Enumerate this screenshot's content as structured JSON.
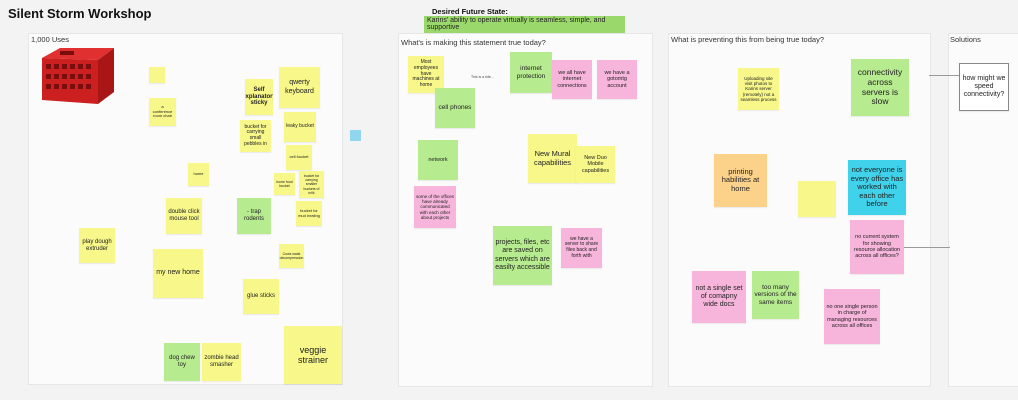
{
  "board": {
    "title": "Silent Storm Workshop",
    "desired_label": "Desired Future State:",
    "desired_text": "Karins' ability to operate virtually is seamless, simple, and supportive"
  },
  "sections": {
    "uses": "1,000 Uses",
    "true_today": "What's is making this statement true today?",
    "preventing": "What is preventing this from being true today?",
    "solutions": "Solutions"
  },
  "uses_notes": {
    "n1": "Self explanatory sticky",
    "n2": "qwerty keyboard",
    "n3": "a conference room chair",
    "n4": "bucket for carrying small pebbles in",
    "n5": "leaky bucket",
    "n6": "cell bucket",
    "n7": "home",
    "n8": "home food bucket",
    "n9": "bucket for carrying smaller buckets of milk",
    "n10": "bucket for mud healing",
    "n11": "double click mouse tool",
    "n12": "- trap rodents",
    "n13": "play dough extruder",
    "n14": "my new home",
    "n15": "Cows waist decompression",
    "n16": "glue sticks",
    "n17": "veggie strainer",
    "n18": "dog chew toy",
    "n19": "zombie head smasher"
  },
  "true_notes": {
    "t1": "Most employees have machines at home",
    "t2": "This is a ride...",
    "t3": "internet protection",
    "t4": "we all have internet connections",
    "t5": "we have a gotomtg account",
    "t6": "cell phones",
    "t7": "network",
    "t8": "New Mural capabilities",
    "t9": "New Duo Mobile capabilities",
    "t10": "some of the offices have already communicated with each other about projects",
    "t11": "projects, files, etc are saved on servers which are easilty accessible",
    "t12": "we have a server to share files back and forth with"
  },
  "prevent_notes": {
    "p1": "Uploading site visit photos to Karins server (remotely) not a seamless process",
    "p2": "connectivity across servers is slow",
    "p3": "printing habilities at home",
    "p4": "not everyone is every office has worked with each other before",
    "p5": "no current system for showing resource allocation across all offices?",
    "p6": "not a single set of comapny wide docs",
    "p7": "too many versions of the same items",
    "p8": "no one single person in charge of managing resources across all offices"
  },
  "solution_notes": {
    "s1": "how might we speed connectivity?"
  },
  "colors": {
    "yellow": "#f7f78a",
    "green": "#b7eb8f",
    "pink": "#f7b5dc",
    "orange": "#fcd28a",
    "cyan": "#3fd2ea",
    "desired_green": "#9bd86b"
  }
}
